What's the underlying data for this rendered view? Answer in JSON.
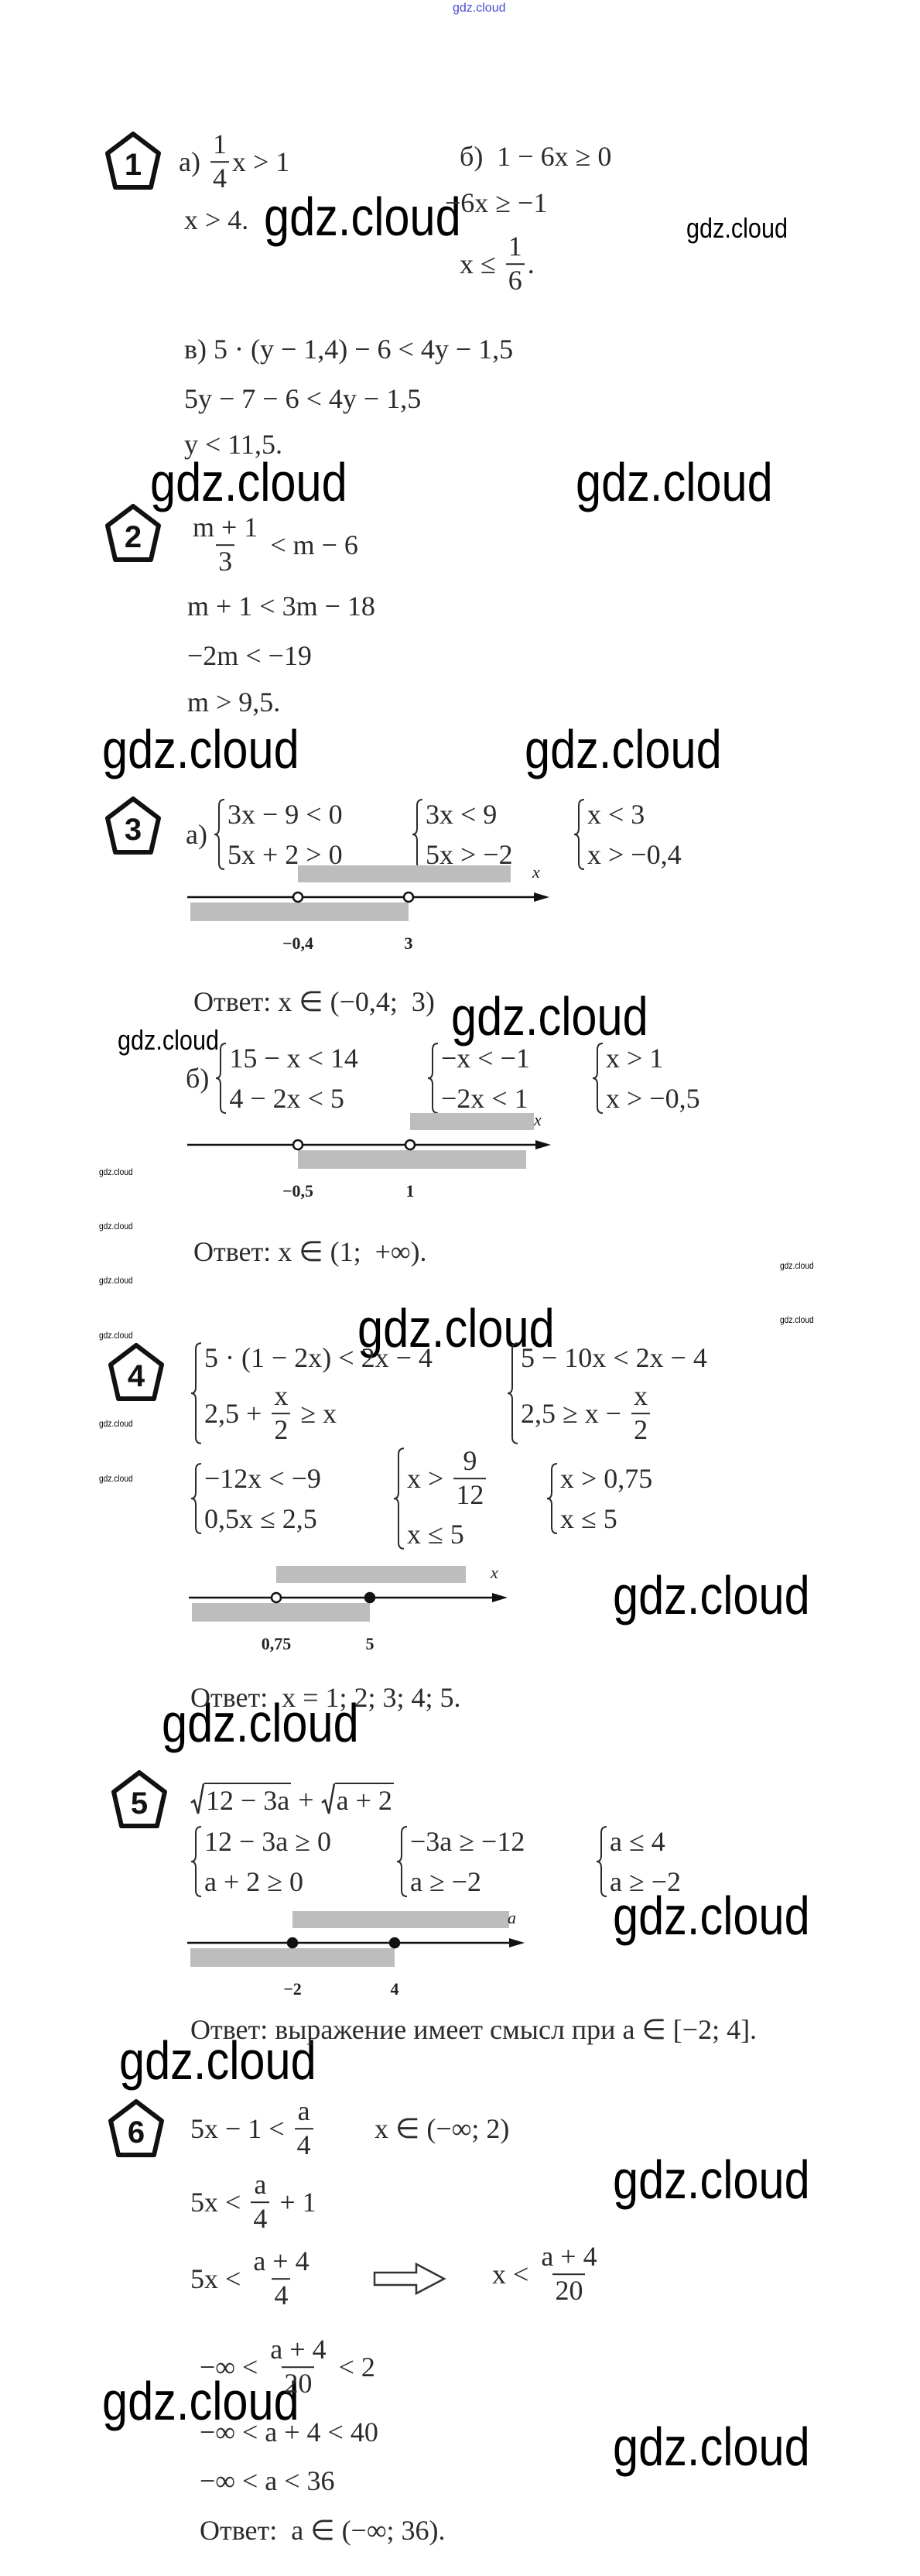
{
  "watermark": "gdz.cloud",
  "tasks": [
    {
      "number": "1"
    },
    {
      "number": "2"
    },
    {
      "number": "3"
    },
    {
      "number": "4"
    },
    {
      "number": "5"
    },
    {
      "number": "6"
    }
  ],
  "t1": {
    "a": {
      "segs": [
        "а) ",
        {
          "num": "1",
          "den": "4"
        },
        "x > 1"
      ]
    },
    "b": {
      "segs": [
        "б)  1 − 6x ≥ 0"
      ]
    },
    "a2": {
      "segs": [
        "x > 4."
      ]
    },
    "b2": {
      "segs": [
        "−6x ≥ −1"
      ]
    },
    "b3": {
      "segs": [
        "x ≤ ",
        {
          "num": "1",
          "den": "6"
        },
        "."
      ]
    },
    "c1": {
      "segs": [
        "в) 5 · (y − 1,4) − 6 < 4y − 1,5"
      ]
    },
    "c2": {
      "segs": [
        "5y − 7 − 6 < 4y − 1,5"
      ]
    },
    "c3": {
      "segs": [
        "y < 11,5."
      ]
    }
  },
  "t2": {
    "l1": {
      "segs": [
        {
          "num": "m + 1",
          "den": "3"
        },
        " < m − 6"
      ]
    },
    "l2": {
      "segs": [
        "m + 1 < 3m − 18"
      ]
    },
    "l3": {
      "segs": [
        "−2m < −19"
      ]
    },
    "l4": {
      "segs": [
        "m > 9,5."
      ]
    }
  },
  "t3": {
    "a1": {
      "label": "а)",
      "sys": [
        [
          "3x − 9 < 0"
        ],
        [
          "5x + 2 > 0"
        ]
      ]
    },
    "a2": {
      "sys": [
        [
          "3x < 9"
        ],
        [
          "5x > −2"
        ]
      ]
    },
    "a3": {
      "sys": [
        [
          "x < 3"
        ],
        [
          "x > −0,4"
        ]
      ]
    },
    "a_ans": {
      "segs": [
        "Ответ: x ∈ (−0,4;  3)"
      ]
    },
    "b1": {
      "label": "б)",
      "sys": [
        [
          "15 − x < 14"
        ],
        [
          "4 − 2x < 5"
        ]
      ]
    },
    "b2": {
      "sys": [
        [
          "−x < −1"
        ],
        [
          "−2x < 1"
        ]
      ]
    },
    "b3": {
      "sys": [
        [
          "x > 1"
        ],
        [
          "x > −0,5"
        ]
      ]
    },
    "b_ans": {
      "segs": [
        "Ответ: x ∈ (1;  +∞)."
      ]
    }
  },
  "t4": {
    "s1": {
      "sys": [
        [
          "5 · (1 − 2x) < 2x − 4"
        ],
        [
          "2,5 + ",
          {
            "num": "x",
            "den": "2"
          },
          " ≥ x"
        ]
      ]
    },
    "s2": {
      "sys": [
        [
          "5 − 10x < 2x − 4"
        ],
        [
          "2,5 ≥ x − ",
          {
            "num": "x",
            "den": "2"
          }
        ]
      ]
    },
    "s3": {
      "sys": [
        [
          "−12x < −9"
        ],
        [
          "0,5x ≤ 2,5"
        ]
      ]
    },
    "s4": {
      "sys": [
        [
          "x > ",
          {
            "num": "9",
            "den": "12"
          }
        ],
        [
          "x ≤ 5"
        ]
      ]
    },
    "s5": {
      "sys": [
        [
          "x > 0,75"
        ],
        [
          "x ≤ 5"
        ]
      ]
    },
    "ans": {
      "segs": [
        "Ответ:  x = 1; 2; 3; 4; 5."
      ]
    }
  },
  "t5": {
    "expr": {
      "segs": [
        {
          "sqrt": "12 − 3a"
        },
        " + ",
        {
          "sqrt": "a + 2"
        }
      ]
    },
    "s1": {
      "sys": [
        [
          "12 − 3a ≥ 0"
        ],
        [
          "a + 2 ≥ 0"
        ]
      ]
    },
    "s2": {
      "sys": [
        [
          "−3a ≥ −12"
        ],
        [
          "a ≥ −2"
        ]
      ]
    },
    "s3": {
      "sys": [
        [
          "a ≤ 4"
        ],
        [
          "a ≥ −2"
        ]
      ]
    },
    "ans": {
      "segs": [
        "Ответ: выражение имеет смысл при a ∈ [−2; 4]."
      ]
    }
  },
  "t6": {
    "l1": {
      "segs": [
        "5x − 1 < ",
        {
          "num": "a",
          "den": "4"
        }
      ]
    },
    "cond": {
      "segs": [
        "x ∈ (−∞; 2)"
      ]
    },
    "l2": {
      "segs": [
        "5x < ",
        {
          "num": "a",
          "den": "4"
        },
        " + 1"
      ]
    },
    "l3": {
      "segs": [
        "5x < ",
        {
          "num": "a + 4",
          "den": "4"
        }
      ]
    },
    "l3b": {
      "segs": [
        "x < ",
        {
          "num": "a + 4",
          "den": "20"
        }
      ]
    },
    "l4": {
      "segs": [
        "−∞ < ",
        {
          "num": "a + 4",
          "den": "20"
        },
        " < 2"
      ]
    },
    "l5": {
      "segs": [
        "−∞ < a + 4 < 40"
      ]
    },
    "l6": {
      "segs": [
        "−∞ < a < 36"
      ]
    },
    "ans": {
      "segs": [
        "Ответ:  a ∈ (−∞; 36)."
      ]
    }
  },
  "number_lines": {
    "nl1": {
      "axis": "x",
      "points": [
        {
          "label": "−0,4",
          "closed": false
        },
        {
          "label": "3",
          "closed": false
        }
      ],
      "upper": {
        "from": 0,
        "to": "right"
      },
      "lower": {
        "from": "left",
        "to": 1
      }
    },
    "nl2": {
      "axis": "x",
      "points": [
        {
          "label": "−0,5",
          "closed": false
        },
        {
          "label": "1",
          "closed": false
        }
      ],
      "upper": {
        "from": 1,
        "to": "right"
      },
      "lower": {
        "from": 0,
        "to": "right"
      }
    },
    "nl3": {
      "axis": "x",
      "points": [
        {
          "label": "0,75",
          "closed": false
        },
        {
          "label": "5",
          "closed": true
        }
      ],
      "upper": {
        "from": 0,
        "to": "right"
      },
      "lower": {
        "from": "left",
        "to": 1
      }
    },
    "nl4": {
      "axis": "a",
      "points": [
        {
          "label": "−2",
          "closed": true
        },
        {
          "label": "4",
          "closed": true
        }
      ],
      "upper": {
        "from": 0,
        "to": "right"
      },
      "lower": {
        "from": "left",
        "to": 1
      }
    }
  },
  "colors": {
    "text": "#2b2b2b",
    "shade": "#bdbdbd",
    "watermark": "#000000",
    "top_watermark": "#4b4bd2"
  }
}
